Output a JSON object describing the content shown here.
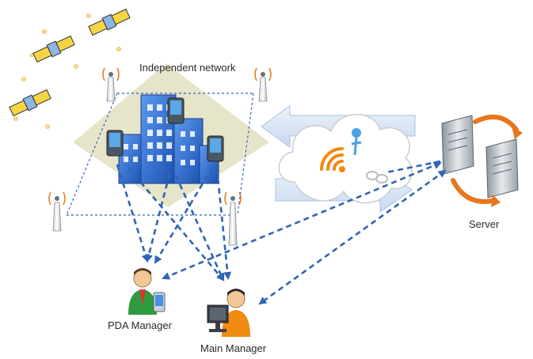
{
  "labels": {
    "network": "Independent network",
    "server": "Server",
    "pda_manager": "PDA Manager",
    "main_manager": "Main Manager"
  },
  "colors": {
    "dashed_link": "#2f64b5",
    "arrow_blue": "#2f6fd0",
    "network_zone": "#e3e2c4",
    "building": "#2f6fd6",
    "cloud": "#ffffff",
    "wifi": "#f08a10",
    "sync_arrows": "#e8761b",
    "big_arrow": "#d9e6f6"
  },
  "icons": [
    "satellite-icon",
    "antenna-tower-icon",
    "building-icon",
    "pda-device-icon",
    "cloud-icon",
    "wifi-signal-icon",
    "server-icon",
    "person-icon",
    "monitor-icon"
  ]
}
